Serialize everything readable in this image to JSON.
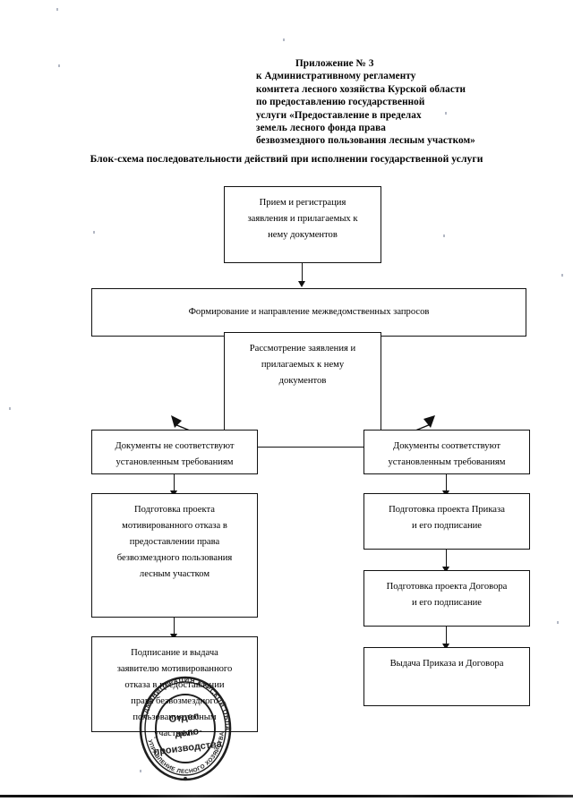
{
  "document": {
    "header_lines": [
      "Приложение № 3",
      "к Административному регламенту",
      "комитета лесного хозяйства Курской области",
      "по  предоставлению государственной",
      "услуги «Предоставление в пределах",
      "земель лесного фонда права",
      "безвозмездного пользования лесным участком»"
    ],
    "title": "Блок-схема последовательности действий при исполнении государственной услуги"
  },
  "flowchart": {
    "nodes": {
      "intake": {
        "lines": [
          "Прием и регистрация",
          "заявления и прилагаемых к",
          "нему документов"
        ]
      },
      "interagency_requests": {
        "lines": [
          "Формирование и направление межведомственных запросов"
        ]
      },
      "review": {
        "lines": [
          "Рассмотрение заявления и",
          "прилагаемых к нему",
          "документов"
        ]
      },
      "not_compliant": {
        "lines": [
          "Документы не соответствуют",
          "установленным требованиям"
        ]
      },
      "compliant": {
        "lines": [
          "Документы соответствуют",
          "установленным требованиям"
        ]
      },
      "prepare_refusal": {
        "lines": [
          "Подготовка проекта",
          "мотивированного отказа в",
          "предоставлении права",
          "безвозмездного пользования",
          "лесным участком"
        ]
      },
      "prepare_order": {
        "lines": [
          "Подготовка проекта Приказа",
          "и его подписание"
        ]
      },
      "prepare_contract": {
        "lines": [
          "Подготовка проекта Договора",
          "и его  подписание"
        ]
      },
      "issue_refusal": {
        "lines": [
          "Подписание и выдача",
          "заявителю мотивированного",
          "отказа в предоставлении",
          "права   безвозмездного",
          "пользования лесным",
          "участком»"
        ]
      },
      "issue_order_contract": {
        "lines": [
          "Выдача Приказа и Договора"
        ]
      }
    }
  },
  "stamp": {
    "center_lines": [
      "Отдел",
      "дело-",
      "производства"
    ],
    "ring_top": "АДМИНИСТРАЦИЯ КУРСКОЙ ОБЛАСТИ",
    "ring_bottom": "УПРАВЛЕНИЕ ЛЕСНОГО ХОЗЯЙСТВА"
  },
  "colors": {
    "ink": "#111111",
    "paper": "#ffffff"
  }
}
